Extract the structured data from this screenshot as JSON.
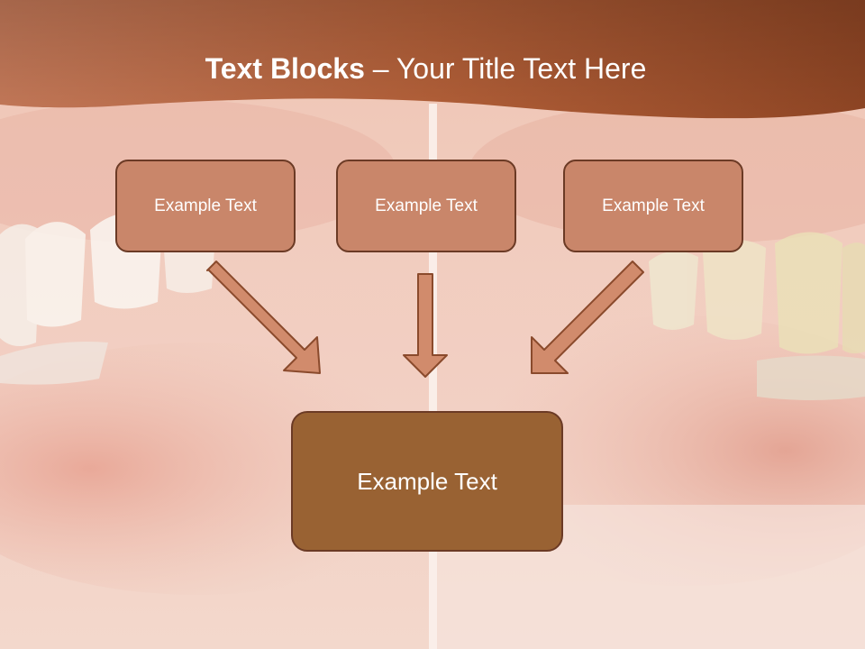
{
  "slide": {
    "title_bold": "Text Blocks",
    "title_rest": "– Your Title Text Here"
  },
  "diagram": {
    "top_boxes": [
      {
        "label": "Example Text"
      },
      {
        "label": "Example Text"
      },
      {
        "label": "Example Text"
      }
    ],
    "bottom_box": {
      "label": "Example Text"
    }
  },
  "colors": {
    "header": "#a9572f",
    "small_box_fill": "#c9866a",
    "big_box_fill": "#996233",
    "border": "#6b3a25",
    "arrow_fill": "#d18b6c"
  }
}
